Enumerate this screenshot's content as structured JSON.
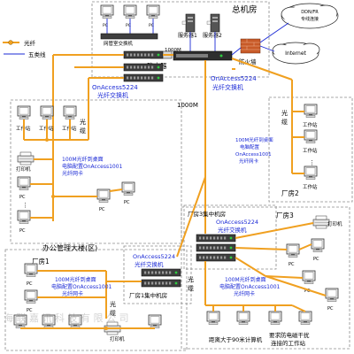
{
  "legend": {
    "fiber_label": "光纤",
    "cat5_label": "五类线"
  },
  "core_room": {
    "title": "总机房",
    "mgmt_switch": "网管室交换机",
    "server1": "服务器1",
    "server2": "服务器2",
    "router": "路由器",
    "firewall": "防火墙"
  },
  "isp": {
    "ddn_label": "DDN/FR\n专线连接",
    "internet_label": "Internet"
  },
  "links": {
    "link_1000m_top": "1000M",
    "link_1000m_mid": "1000M",
    "fiber_word": "光缆"
  },
  "core_switch": {
    "name": "OnAccess5224",
    "label": "光纤交换机"
  },
  "office_building": {
    "title": "办公管理大楼(区)",
    "nic_note": "100M光纤到桌面\n电脑配置OnAccess1001\n光纤网卡",
    "workstation": "工作站",
    "printer": "打印机",
    "pc": "PC"
  },
  "plant2": {
    "title": "厂房2",
    "nic_note": "100M光纤到桌面\n电脑配置\nOnAccess1001\n光纤网卡",
    "workstation": "工作站"
  },
  "plant3": {
    "title": "厂房3",
    "room": "厂房3集中机房",
    "switch_name": "OnAccess5224",
    "switch_label": "光纤交换机",
    "nic_note": "100M光纤到桌面\n电脑配置OnAccess1001\n光纤网卡",
    "printer": "打印机",
    "pc": "PC"
  },
  "plant1": {
    "title": "厂房1",
    "room": "厂房1集中机房",
    "switch_name": "OnAccess5224",
    "switch_label": "光纤交换机",
    "nic_note": "100M光纤到桌面\n电脑配置OnAccess1001\n光纤网卡",
    "pc": "PC",
    "printer": "打印机"
  },
  "bottom": {
    "far_pc": "距离大于90米计算机",
    "emi_pc": "要求防电磁干扰\n连接的工作站"
  },
  "watermark": "海 联 嘉 讯 科 技 有 限 公 司",
  "colors": {
    "fiber": "#f0a020",
    "cat5": "#1b2ad6",
    "label_blue": "#1b2ad6",
    "label_red": "#e0141e",
    "zone_border": "#8c8c8c",
    "firewall": "#c85a28"
  }
}
